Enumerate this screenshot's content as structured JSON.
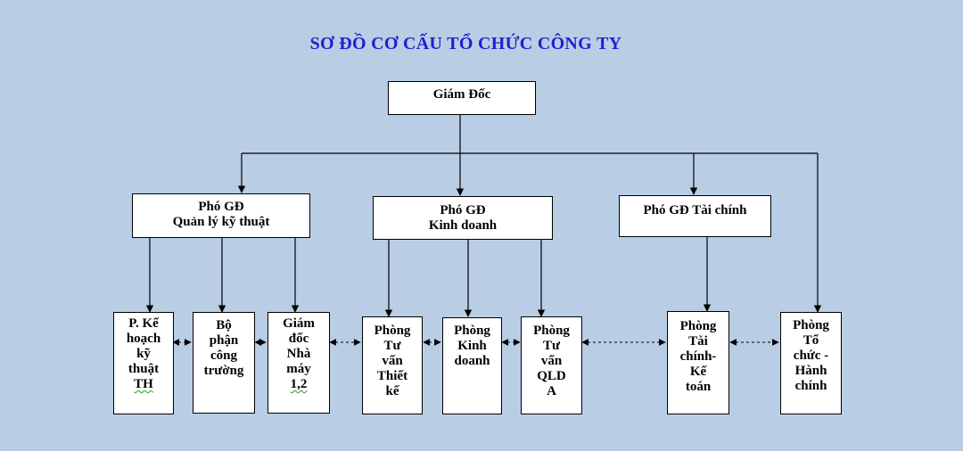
{
  "title": "SƠ ĐỒ CƠ CẤU TỔ CHỨC CÔNG TY",
  "colors": {
    "background": "#b9cde5",
    "title": "#1f1fd0",
    "box_fill": "#ffffff",
    "line": "#000000"
  },
  "nodes": {
    "director": {
      "text": "Giám Đốc"
    },
    "vp_tech": {
      "line1": "Phó GĐ",
      "line2": "Quản lý kỹ thuật"
    },
    "vp_business": {
      "line1": "Phó GĐ",
      "line2": "Kinh doanh"
    },
    "vp_finance": {
      "text": "Phó GĐ Tài chính"
    },
    "dept_planning": {
      "lines": [
        "P. Kế",
        "hoạch",
        "kỹ",
        "thuật",
        "TH"
      ]
    },
    "dept_site": {
      "lines": [
        "Bộ",
        "phận",
        "công",
        "trường"
      ]
    },
    "dept_factory": {
      "lines": [
        "Giám",
        "đốc",
        "Nhà",
        "máy",
        "1,2"
      ]
    },
    "dept_design": {
      "lines": [
        "Phòng",
        "Tư",
        "vấn",
        "Thiết",
        "kế"
      ]
    },
    "dept_business": {
      "lines": [
        "Phòng",
        "Kinh",
        "doanh"
      ]
    },
    "dept_qlda": {
      "lines": [
        "Phòng",
        "Tư",
        "vấn",
        "QLD",
        "A"
      ]
    },
    "dept_finance": {
      "lines": [
        "Phòng",
        "Tài",
        "chính-",
        "Kế",
        "toán"
      ]
    },
    "dept_hr": {
      "lines": [
        "Phòng",
        "Tổ",
        "chức -",
        "Hành",
        "chính"
      ]
    }
  }
}
